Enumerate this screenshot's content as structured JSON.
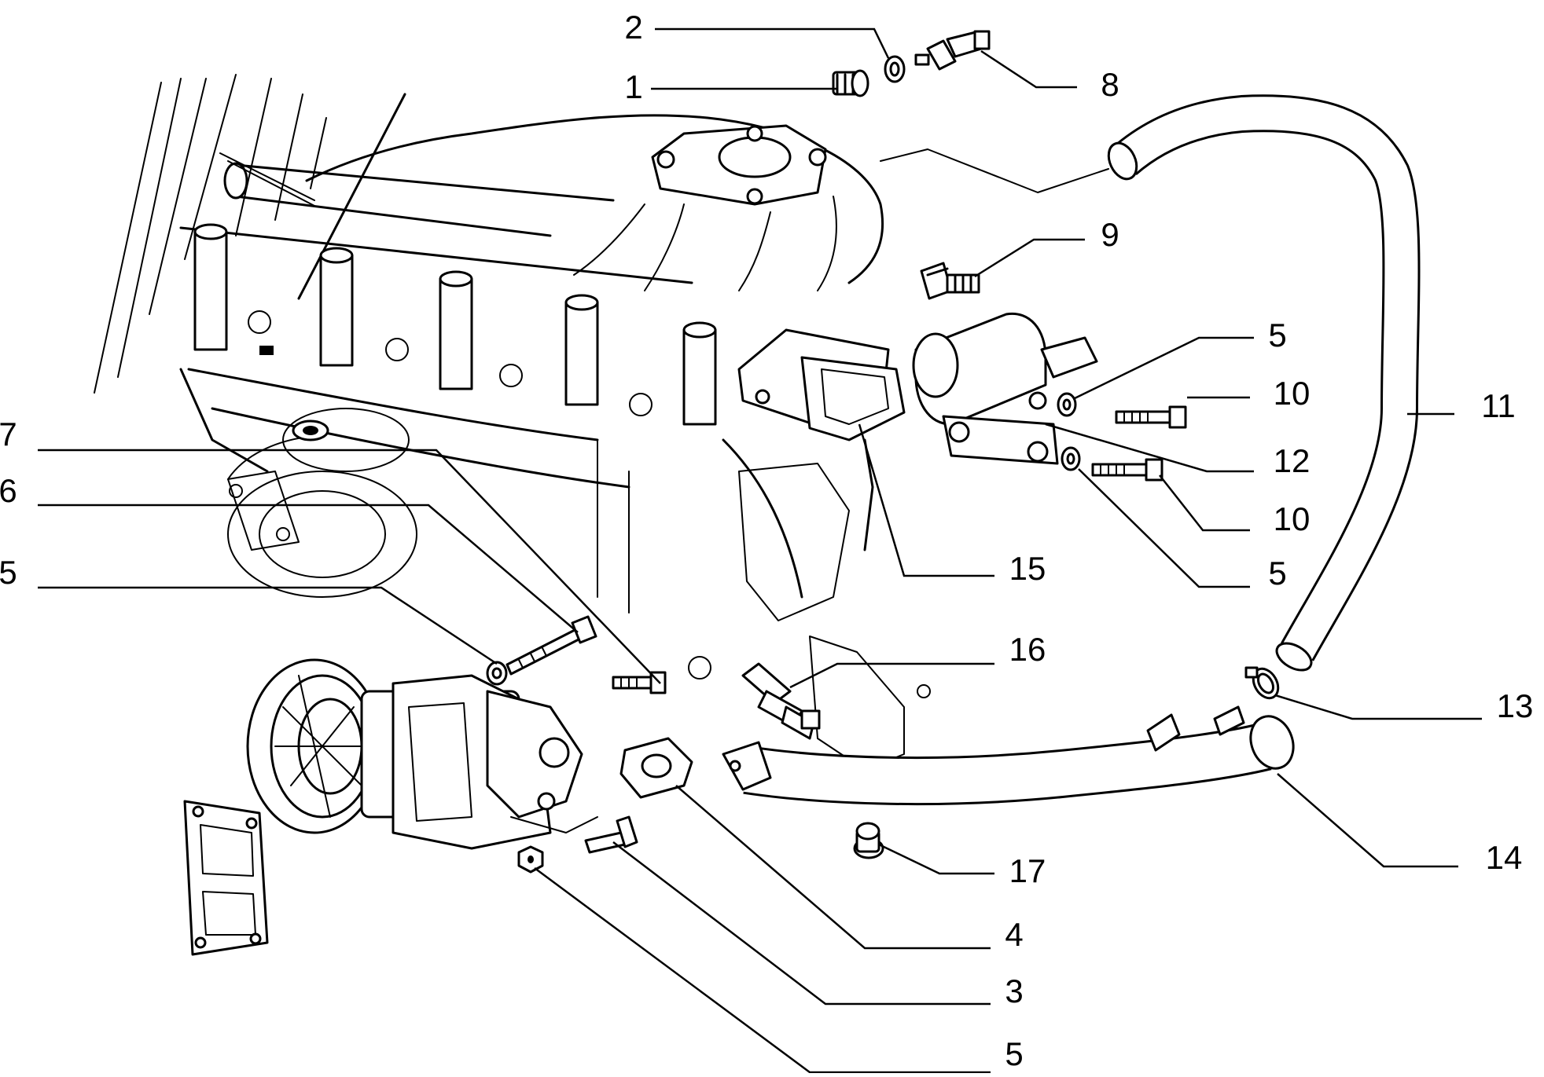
{
  "diagram": {
    "callouts": [
      {
        "id": "c1",
        "label": "1"
      },
      {
        "id": "c2",
        "label": "2"
      },
      {
        "id": "c8",
        "label": "8"
      },
      {
        "id": "c9",
        "label": "9"
      },
      {
        "id": "c5a",
        "label": "5"
      },
      {
        "id": "c10a",
        "label": "10"
      },
      {
        "id": "c11",
        "label": "11"
      },
      {
        "id": "c12",
        "label": "12"
      },
      {
        "id": "c10b",
        "label": "10"
      },
      {
        "id": "c5b",
        "label": "5"
      },
      {
        "id": "c15",
        "label": "15"
      },
      {
        "id": "c7",
        "label": "7"
      },
      {
        "id": "c6",
        "label": "6"
      },
      {
        "id": "c5c",
        "label": "5"
      },
      {
        "id": "c16",
        "label": "16"
      },
      {
        "id": "c13",
        "label": "13"
      },
      {
        "id": "c14",
        "label": "14"
      },
      {
        "id": "c17",
        "label": "17"
      },
      {
        "id": "c4",
        "label": "4"
      },
      {
        "id": "c3",
        "label": "3"
      },
      {
        "id": "c5d",
        "label": "5"
      }
    ]
  }
}
